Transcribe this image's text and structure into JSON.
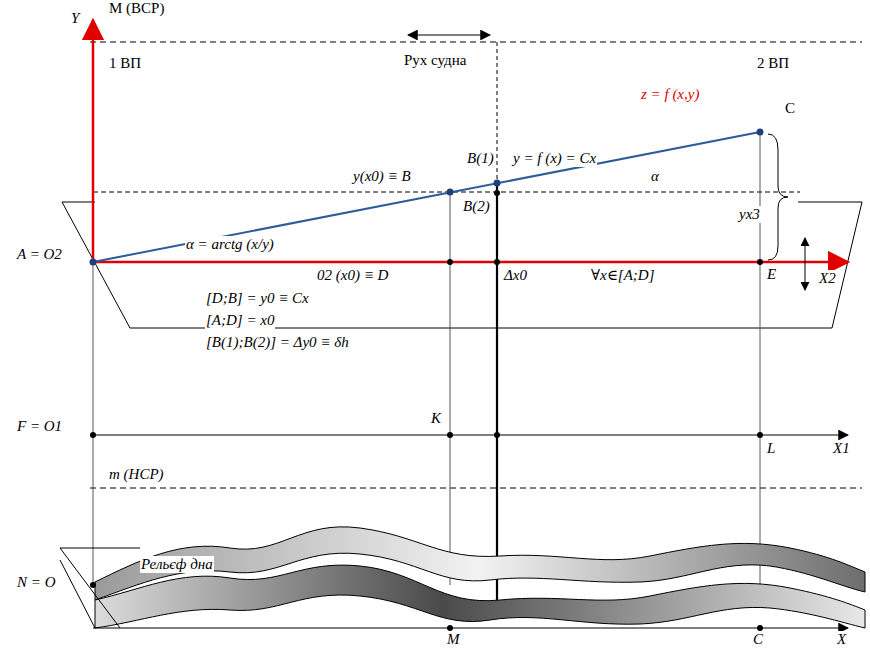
{
  "diagram": {
    "labels": [
      "Y",
      "M (ВСР)",
      "1 ВП",
      "Рух судна",
      "2 ВП",
      "z = f (x,y)",
      "C",
      "B(1)",
      "y = f (x) = Cx",
      "y(x0) ≡ B",
      "α",
      "B(2)",
      "yx3",
      "A = O2",
      "α = arctg (x/y)",
      "02 (x0) ≡ D",
      "Δx0",
      "∀x∈[A;D]",
      "E",
      "X2",
      "[D;B] = y0 ≡ Cx",
      "[A;D] = x0",
      "[B(1);B(2)] = Δy0 ≡ δh",
      "F = O1",
      "K",
      "L",
      "X1",
      "m (НСР)",
      "Рельєф дна",
      "N = O",
      "M",
      "C",
      "X"
    ]
  }
}
